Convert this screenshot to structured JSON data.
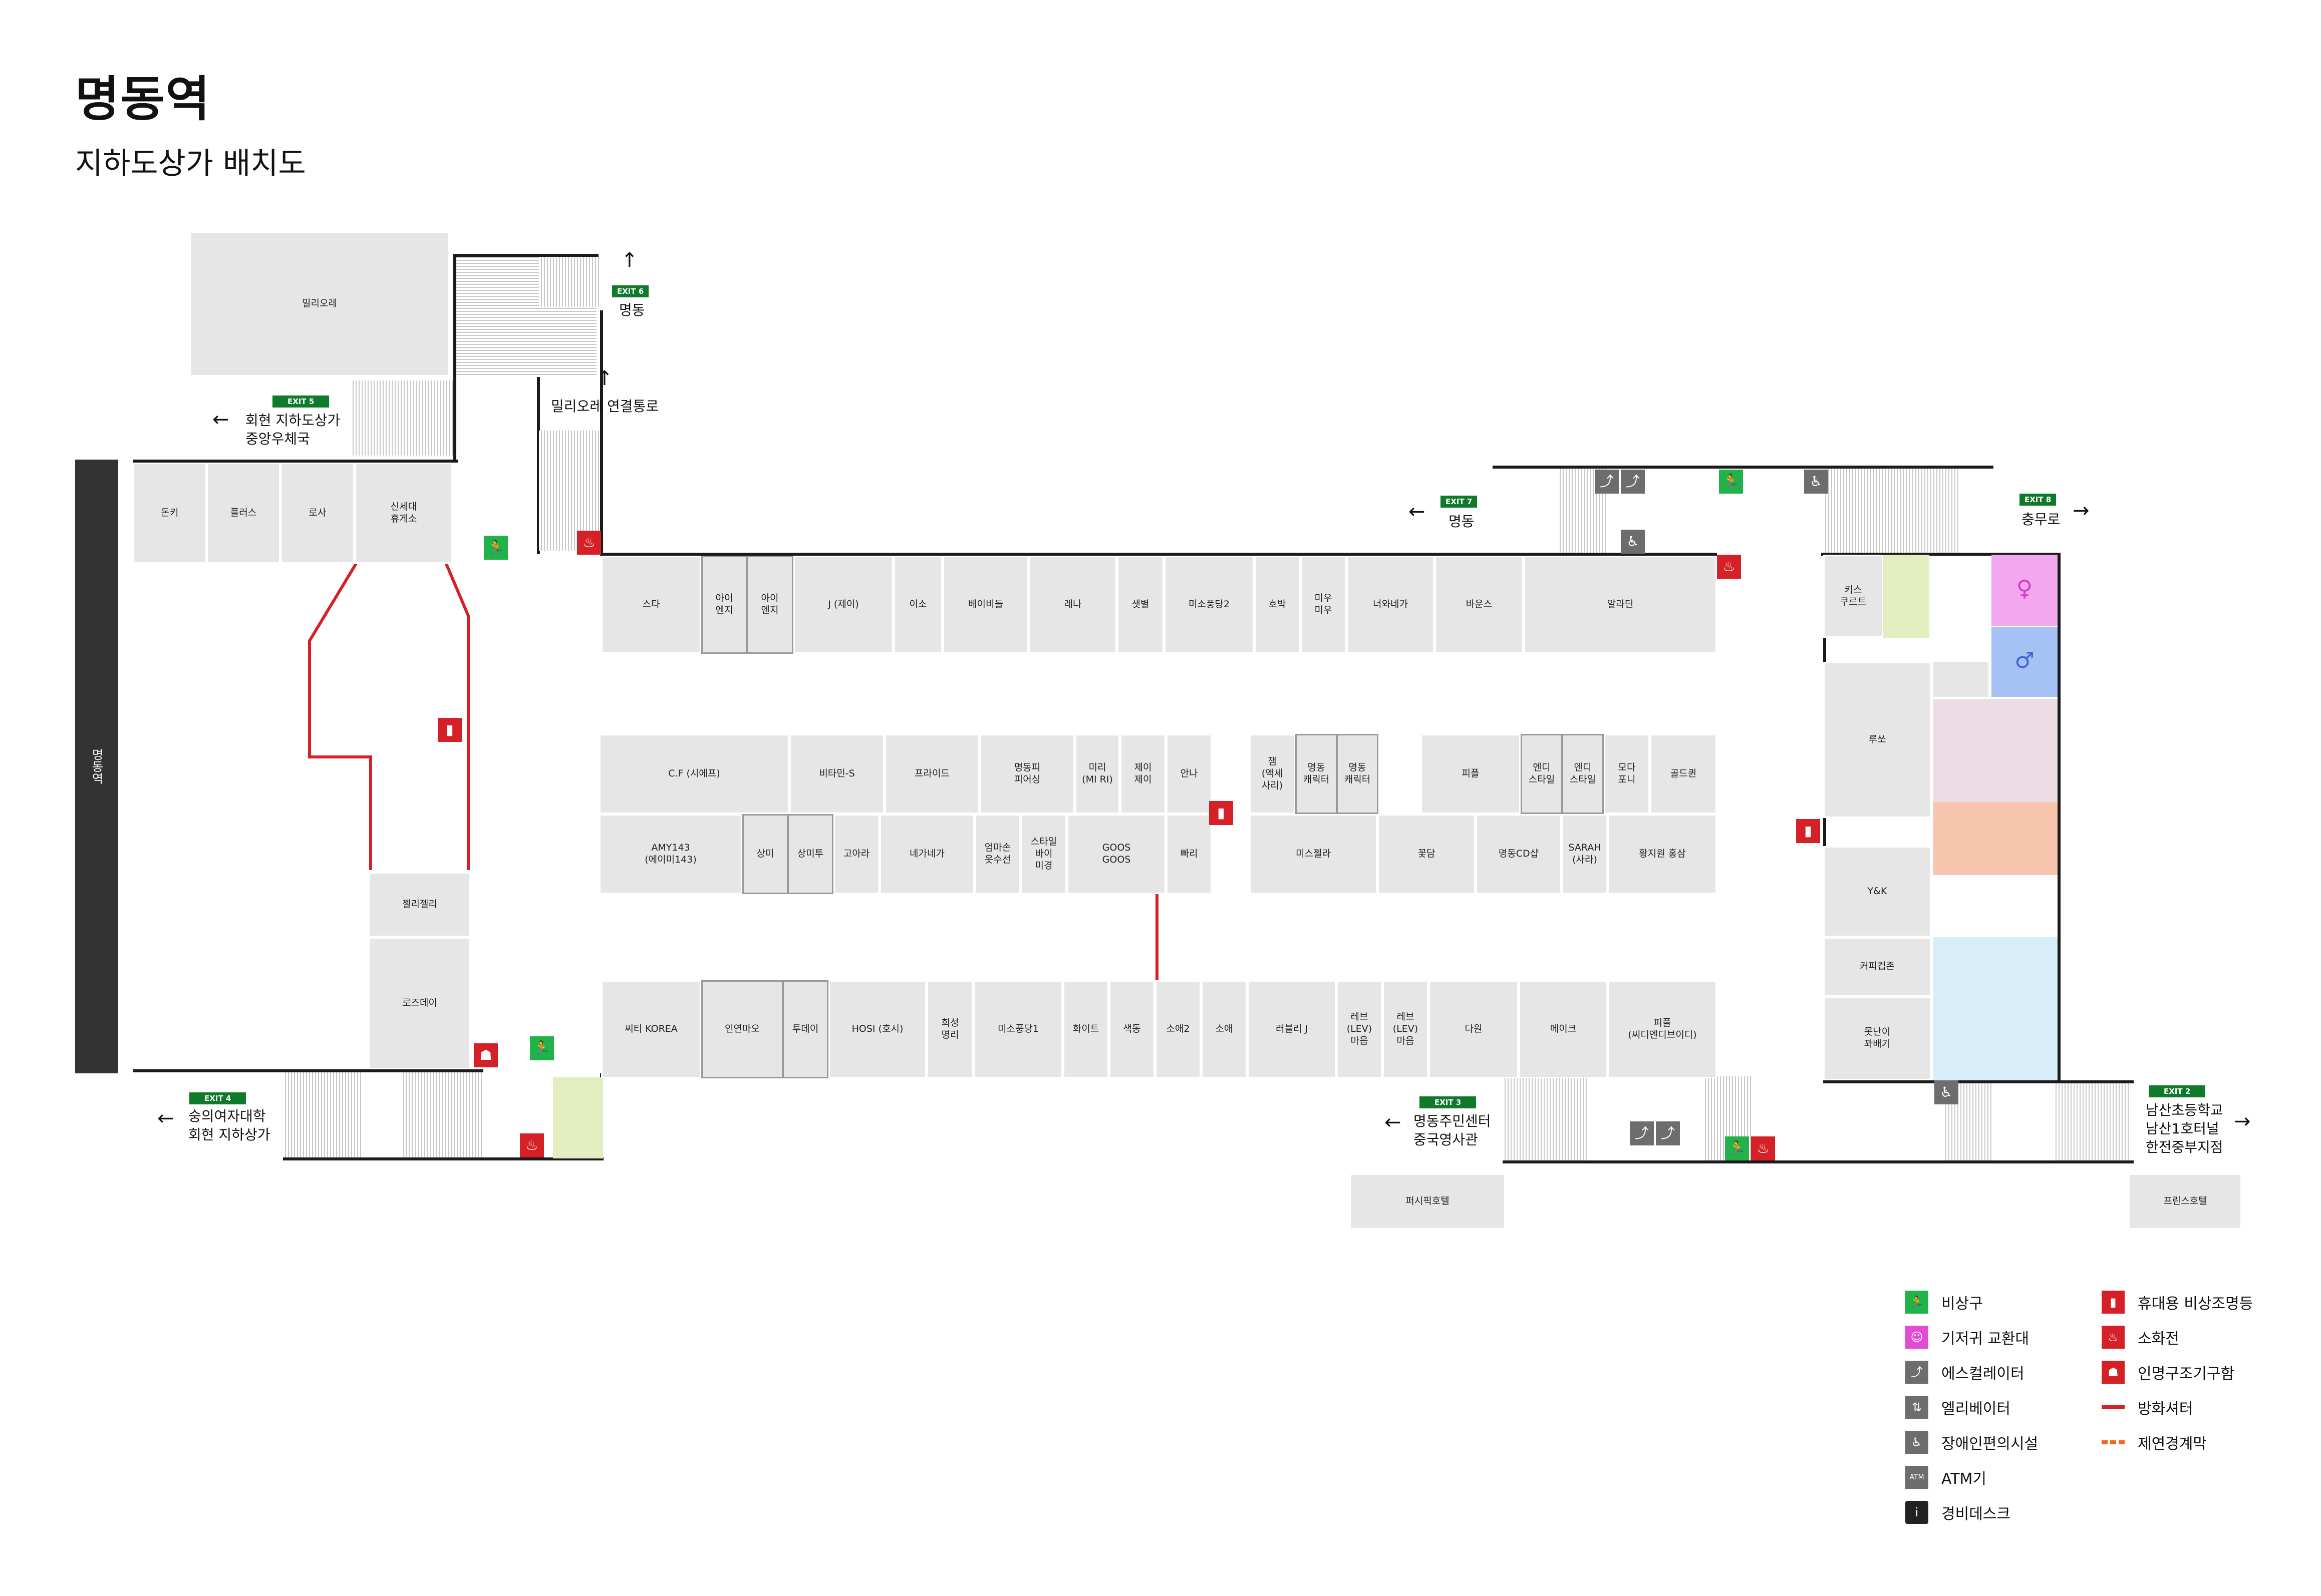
{
  "title": "명동역",
  "subtitle": "지하도상가 배치도",
  "station_label": "명동역",
  "colors": {
    "exit_green": "#0f7a2a",
    "emergency_green": "#21b24a",
    "alert_red": "#d62027",
    "facility_gray": "#6d6d6d",
    "nursing_pink": "#e34bd3",
    "shop_gray": "#e6e6e6",
    "fire_shutter_red": "#d62027",
    "smoke_curtain_orange": "#f26522",
    "restroom_female_pink": "#f2a7ef",
    "restroom_male_blue": "#a6c2f5",
    "zone_lightgreen": "#e2edc0",
    "zone_mauve": "#ecdde4",
    "zone_salmon": "#f7c4ad",
    "zone_lightblue": "#d7eefa"
  },
  "exits": {
    "exit2": {
      "badge": "EXIT 2",
      "text": "남산초등학교\n남산1호터널\n한전중부지점"
    },
    "exit3": {
      "badge": "EXIT 3",
      "text": "명동주민센터\n중국영사관"
    },
    "exit4": {
      "badge": "EXIT 4",
      "text": "숭의여자대학\n회현 지하상가"
    },
    "exit5": {
      "badge": "EXIT 5",
      "text": "회현 지하도상가\n중앙우체국"
    },
    "exit6": {
      "badge": "EXIT 6",
      "text": "명동"
    },
    "exit7": {
      "badge": "EXIT 7",
      "text": "명동"
    },
    "exit8": {
      "badge": "EXIT 8",
      "text": "충무로"
    },
    "millioré_link": "밀리오레 연결통로"
  },
  "arrows": {
    "up": "↑",
    "left": "←",
    "right": "→"
  },
  "shops": {
    "millioré": "밀리오레",
    "donki": "돈키",
    "plus": "플러스",
    "rosa": "로사",
    "rest_area": "신세대\n휴게소",
    "jellyjelly": "젤리젤리",
    "rosestay": "로즈데이",
    "star": "스타",
    "aienji1": "아이\n엔지",
    "aienji2": "아이\n엔지",
    "j_jay": "J (제이)",
    "iso": "이소",
    "baby_doll": "베이비돌",
    "rena": "레나",
    "setbyul": "샛별",
    "misofungdang2": "미소풍당2",
    "hobak": "호박",
    "miumiu": "미우\n미우",
    "neoyane": "너와네가",
    "bauns": "바운스",
    "allaldin": "알라딘",
    "cf": "C.F (시에프)",
    "vitamin_s": "비타민-S",
    "friday": "프라이드",
    "myeongdong_piersing": "명동피\n피어싱",
    "mirri": "미리\n(MI RI)",
    "jay_jay": "제이\n제이",
    "anna": "안나",
    "jam": "잼\n(액세\n사리)",
    "char1": "명동\n캐릭터",
    "char2": "명동\n캐릭터",
    "pibeum_a": "피플",
    "endi1": "엔디\n스타일",
    "endi2": "엔디\n스타일",
    "moda_pony": "모다\n포니",
    "goldqueen": "골드퀸",
    "amy143": "AMY143\n(에이미143)",
    "sangmi": "상미",
    "sangmitu": "상미투",
    "gorah": "고아라",
    "negane": "네가네가",
    "ummason": "엄마손\n옷수선",
    "style_by_mi": "스타일\n바이\n미경",
    "goos": "GOOS\nGOOS",
    "ppalli": "빠리",
    "missjella": "미스젤라",
    "kkotdam": "꽃담",
    "myeongdong_cd": "명동CD샵",
    "sarah": "SARAH\n(사라)",
    "hwang_hong": "황지원 홍삼",
    "ssiti_korea": "씨티 KOREA",
    "inyeon": "인연마오",
    "tuday": "투데이",
    "hosi": "HOSI (호시)",
    "huiseong": "희성\n명리",
    "misofungdang1": "미소풍당1",
    "white": "화이트",
    "saekdong": "색동",
    "soae2": "소애2",
    "soae": "소애",
    "lovely_j": "러블리 J",
    "lev1": "레브\n(LEV)\n마음",
    "lev2": "레브\n(LEV)\n마음",
    "dawon": "다원",
    "make": "메이크",
    "pibeum_b": "피플\n(씨디엔디브이디)",
    "kiss_court": "키스\n쿠르트",
    "lusa": "루쏘",
    "yk": "Y&K",
    "coffee": "커피컵존",
    "motnani": "못난이\n꽈배기",
    "pacific_hotel": "퍼시픽호텔",
    "prince_hotel": "프린스호텔"
  },
  "icons": {
    "emergency_exit": {
      "name": "emergency-exit-icon",
      "glyph": "🏃"
    },
    "diaper": {
      "name": "diaper-table-icon",
      "glyph": "☺"
    },
    "escalator": {
      "name": "escalator-icon",
      "glyph": "⤴"
    },
    "elevator": {
      "name": "elevator-icon",
      "glyph": "⇅"
    },
    "accessible": {
      "name": "accessible-icon",
      "glyph": "♿"
    },
    "atm": {
      "name": "atm-icon",
      "glyph": "ATM"
    },
    "security": {
      "name": "security-desk-icon",
      "glyph": "i"
    },
    "lamp": {
      "name": "emergency-lamp-icon",
      "glyph": "▮"
    },
    "hydrant": {
      "name": "fire-hydrant-icon",
      "glyph": "♨"
    },
    "rescue": {
      "name": "rescue-kit-icon",
      "glyph": "☗"
    },
    "female": {
      "name": "female-restroom-icon",
      "glyph": "♀"
    },
    "male": {
      "name": "male-restroom-icon",
      "glyph": "♂"
    }
  },
  "legend": [
    {
      "label": "비상구",
      "kind": "emergency-exit"
    },
    {
      "label": "기저귀 교환대",
      "kind": "diaper-table"
    },
    {
      "label": "에스컬레이터",
      "kind": "escalator"
    },
    {
      "label": "엘리베이터",
      "kind": "elevator"
    },
    {
      "label": "장애인편의시설",
      "kind": "accessible"
    },
    {
      "label": "ATM기",
      "kind": "atm"
    },
    {
      "label": "경비데스크",
      "kind": "security-desk"
    },
    {
      "label": "휴대용 비상조명등",
      "kind": "emergency-lamp"
    },
    {
      "label": "소화전",
      "kind": "fire-hydrant"
    },
    {
      "label": "인명구조기구함",
      "kind": "rescue-kit"
    },
    {
      "label": "방화셔터",
      "kind": "fire-shutter"
    },
    {
      "label": "제연경계막",
      "kind": "smoke-curtain"
    }
  ]
}
